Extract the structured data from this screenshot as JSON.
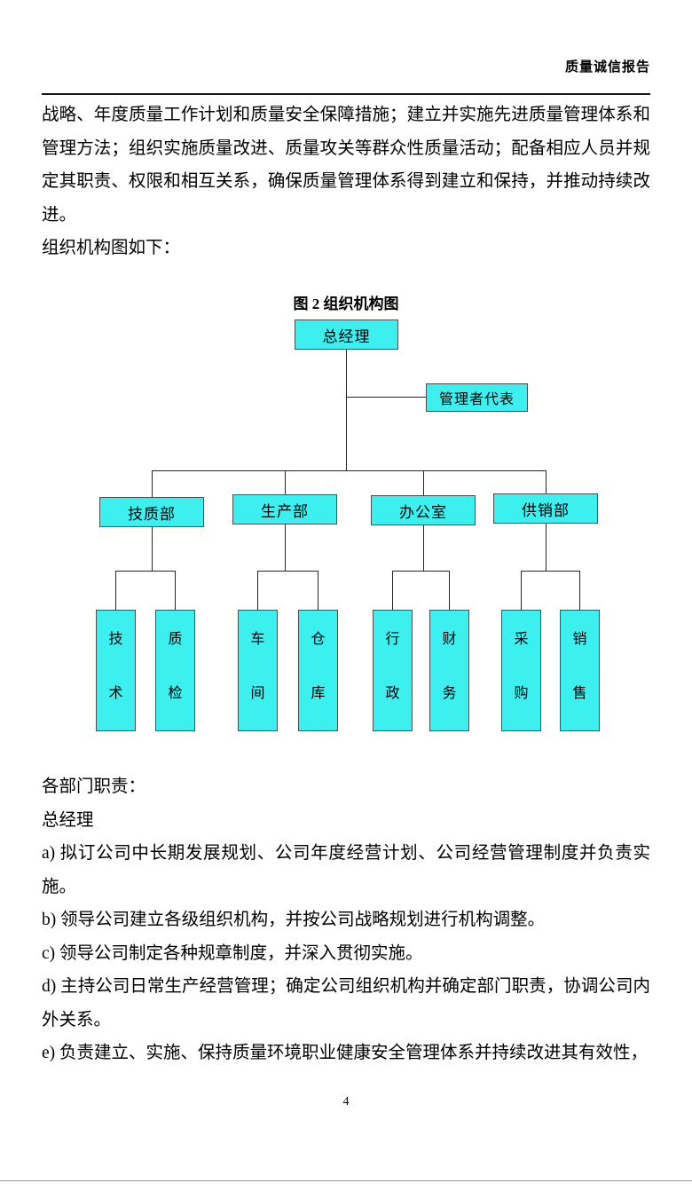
{
  "header": {
    "title": "质量诚信报告"
  },
  "paragraphs": {
    "p1": "战略、年度质量工作计划和质量安全保障措施；建立并实施先进质量管理体系和管理方法；组织实施质量改进、质量攻关等群众性质量活动；配备相应人员并规定其职责、权限和相互关系，确保质量管理体系得到建立和保持，并推动持续改进。",
    "p2": "组织机构图如下："
  },
  "figure": {
    "caption": "图 2 组织机构图"
  },
  "orgchart": {
    "root": {
      "label": "总经理"
    },
    "representative": {
      "label": "管理者代表"
    },
    "departments": [
      {
        "label": "技质部",
        "children": [
          {
            "label": "技术"
          },
          {
            "label": "质检"
          }
        ]
      },
      {
        "label": "生产部",
        "children": [
          {
            "label": "车间"
          },
          {
            "label": "仓库"
          }
        ]
      },
      {
        "label": "办公室",
        "children": [
          {
            "label": "行政"
          },
          {
            "label": "财务"
          }
        ]
      },
      {
        "label": "供销部",
        "children": [
          {
            "label": "采购"
          },
          {
            "label": "销售"
          }
        ]
      }
    ]
  },
  "duties": {
    "heading": "各部门职责：",
    "subheading": "总经理",
    "items": [
      "a) 拟订公司中长期发展规划、公司年度经营计划、公司经营管理制度并负责实施。",
      "b) 领导公司建立各级组织机构，并按公司战略规划进行机构调整。",
      "c) 领导公司制定各种规章制度，并深入贯彻实施。",
      "d) 主持公司日常生产经营管理；确定公司组织机构并确定部门职责，协调公司内外关系。",
      "e) 负责建立、实施、保持质量环境职业健康安全管理体系并持续改进其有效性，"
    ]
  },
  "footer": {
    "page_number": "4"
  },
  "colors": {
    "box_fill": "#3CF0F0"
  }
}
